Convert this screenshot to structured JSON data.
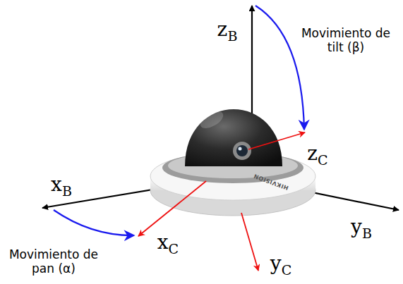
{
  "diagram": {
    "labels": [
      "zB",
      "Movimiento de tilt (β)",
      "zC",
      "xB",
      "HIKVISION",
      "yB",
      "xC",
      "yC",
      "Movimiento de pan (α)"
    ]
  }
}
